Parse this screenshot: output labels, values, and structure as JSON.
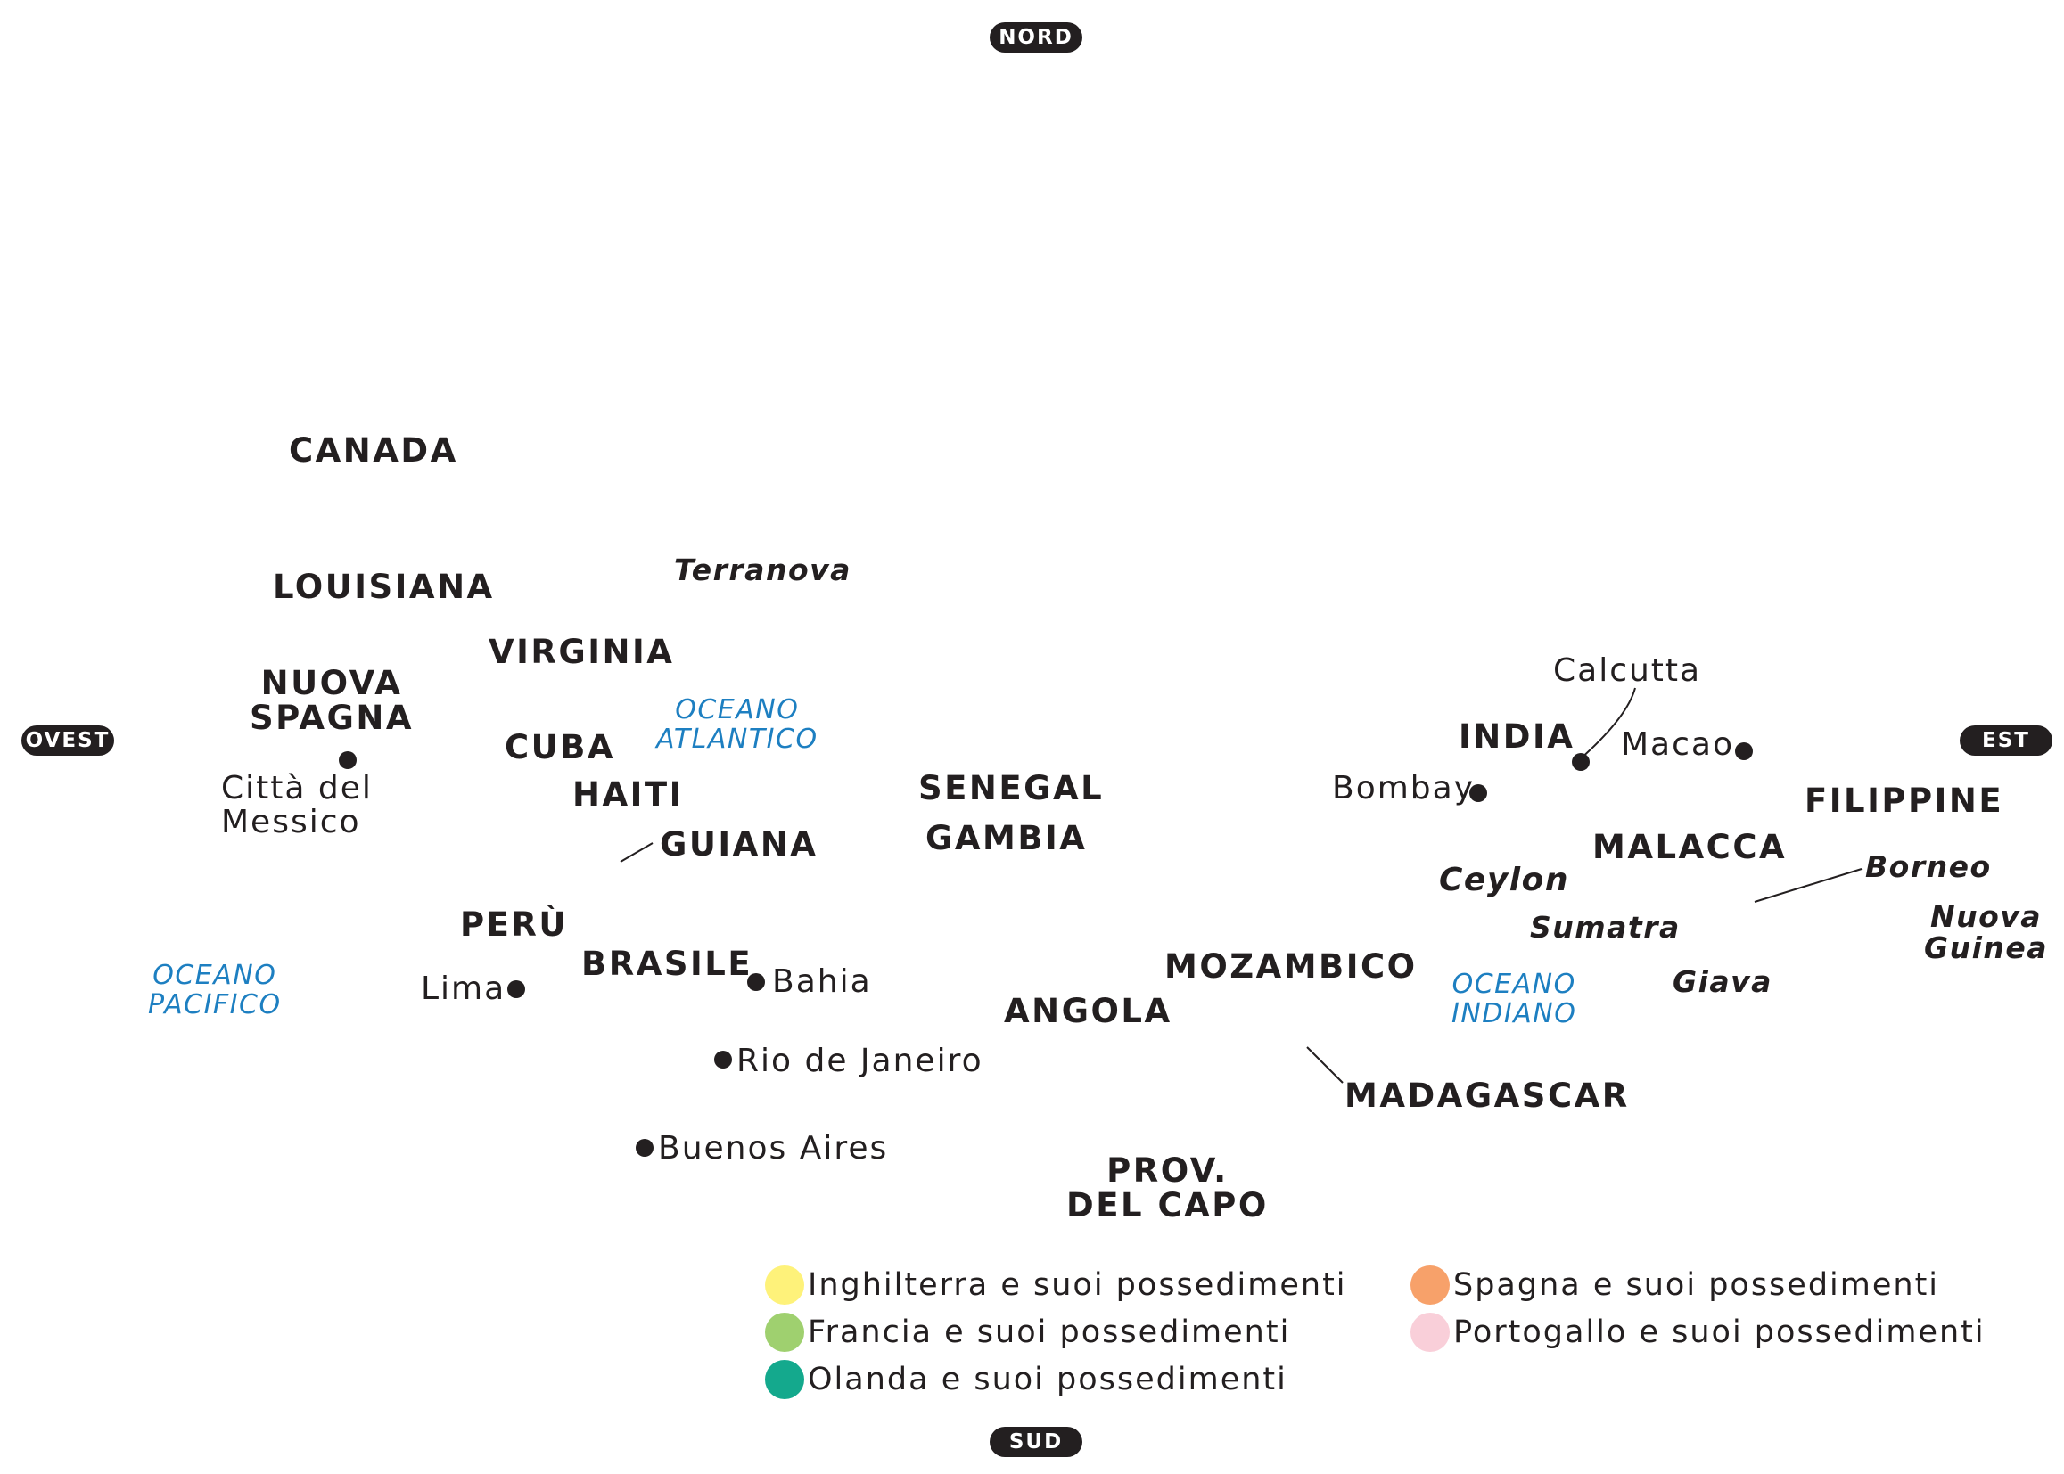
{
  "compass": {
    "north": "NORD",
    "south": "SUD",
    "west": "OVEST",
    "east": "EST"
  },
  "oceans": {
    "atlantic": [
      "OCEANO",
      "ATLANTICO"
    ],
    "pacific": [
      "OCEANO",
      "PACIFICO"
    ],
    "indian": [
      "OCEANO",
      "INDIANO"
    ],
    "color": "#1d7fc1"
  },
  "regions": {
    "canada": "CANADA",
    "louisiana": "LOUISIANA",
    "virginia": "VIRGINIA",
    "nuova_spagna": [
      "NUOVA",
      "SPAGNA"
    ],
    "cuba": "CUBA",
    "haiti": "HAITI",
    "guiana": "GUIANA",
    "peru": "PERÙ",
    "brasile": "BRASILE",
    "senegal": "SENEGAL",
    "gambia": "GAMBIA",
    "angola": "ANGOLA",
    "mozambico": "MOZAMBICO",
    "madagascar": "MADAGASCAR",
    "prov_del_capo": [
      "PROV.",
      "DEL CAPO"
    ],
    "india": "INDIA",
    "malacca": "MALACCA",
    "filippine": "FILIPPINE"
  },
  "islands": {
    "terranova": "Terranova",
    "ceylon": "Ceylon",
    "sumatra": "Sumatra",
    "giava": "Giava",
    "borneo": "Borneo",
    "nuova_guinea": [
      "Nuova",
      "Guinea"
    ]
  },
  "cities": {
    "citta_del_messico": [
      "Città del",
      "Messico"
    ],
    "lima": "Lima",
    "bahia": "Bahia",
    "rio_de_janeiro": "Rio de Janeiro",
    "buenos_aires": "Buenos Aires",
    "calcutta": "Calcutta",
    "macao": "Macao",
    "bombay": "Bombay"
  },
  "legend": [
    {
      "label": "Inghilterra e suoi possedimenti",
      "color": "#fef27a"
    },
    {
      "label": "Francia e suoi possedimenti",
      "color": "#9fd06f"
    },
    {
      "label": "Olanda e suoi possedimenti",
      "color": "#14a98d"
    },
    {
      "label": "Spagna e suoi possedimenti",
      "color": "#f7a16a"
    },
    {
      "label": "Portogallo e suoi possedimenti",
      "color": "#f9cfd9"
    }
  ]
}
